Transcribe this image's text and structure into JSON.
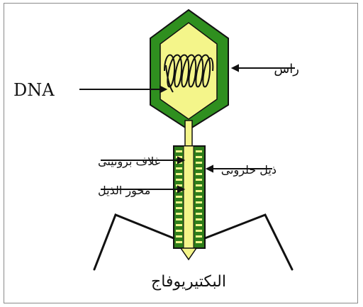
{
  "diagram": {
    "labels": {
      "head": "راس",
      "dna": "DNA",
      "protein_coat": "غلاف بروتينى",
      "tail_axis": "محور الذيل",
      "spiral_tail": "ذيل حلزونى",
      "title": "البكتيريوفاج"
    },
    "colors": {
      "capsid_outer": "#2f8f1f",
      "capsid_inner": "#f4f58a",
      "tail_fill": "#2e7d1a",
      "tail_core": "#f4f58a",
      "outline": "#111111",
      "frame": "#8a8a8a"
    },
    "icons": {
      "dna_coil": "dna-coil-icon"
    }
  }
}
